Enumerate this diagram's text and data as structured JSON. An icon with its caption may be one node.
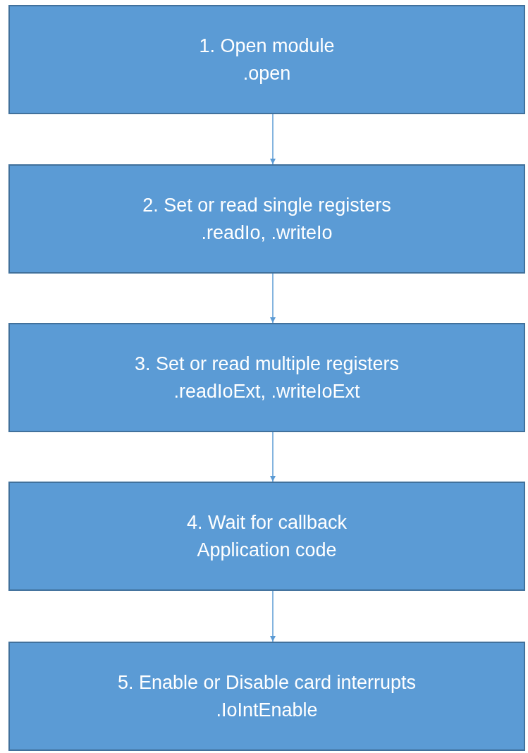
{
  "diagram": {
    "nodes": [
      {
        "text": [
          "1. Open module",
          ".open"
        ]
      },
      {
        "text": [
          "2. Set or read single registers",
          ".readIo, .writeIo"
        ]
      },
      {
        "text": [
          "3. Set or read multiple registers",
          ".readIoExt, .writeIoExt"
        ]
      },
      {
        "text": [
          "4. Wait for callback",
          "Application code"
        ]
      },
      {
        "text": [
          "5. Enable or Disable card interrupts",
          ".IoIntEnable"
        ]
      }
    ],
    "edges": [
      {
        "from": 0,
        "to": 1,
        "arrow": "to"
      },
      {
        "from": 1,
        "to": 2,
        "arrow": "to"
      },
      {
        "from": 2,
        "to": 3,
        "arrow": "to"
      },
      {
        "from": 3,
        "to": 4,
        "arrow": "to"
      }
    ]
  }
}
